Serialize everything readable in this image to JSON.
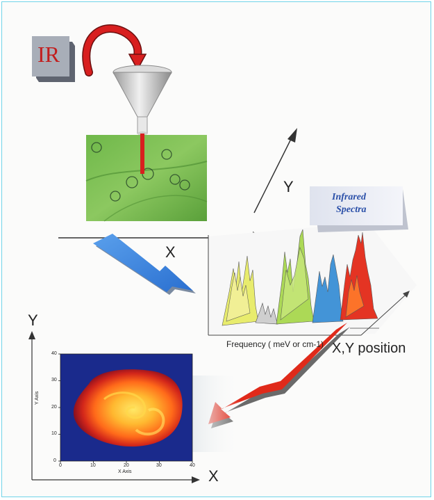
{
  "ir_box": {
    "label": "IR"
  },
  "axes_3d": {
    "y_label": "Y",
    "x_label": "X",
    "xy_position_label": "X,Y position"
  },
  "spectra": {
    "title_line1": "Infrared",
    "title_line2": "Spectra",
    "xlabel": "Frequency ( meV or cm-1)",
    "colors": [
      "#e8e85a",
      "#c9c9c9",
      "#a8d64a",
      "#3a8fd6",
      "#e02a1a"
    ]
  },
  "map": {
    "outer_y_label": "Y",
    "outer_x_label": "X",
    "xlabel": "X Axis",
    "ylabel": "Y Axis",
    "x_ticks": [
      "0",
      "10",
      "20",
      "30",
      "40"
    ],
    "y_ticks": [
      "0",
      "10",
      "20",
      "30",
      "40"
    ],
    "background_color": "#1a2a8c",
    "hot_colors": [
      "#c8201a",
      "#ff6a1a",
      "#ffe04a"
    ]
  },
  "chart_data": {
    "type": "heatmap",
    "title": "",
    "xlabel": "X Axis",
    "ylabel": "Y Axis",
    "xlim": [
      0,
      40
    ],
    "ylim": [
      0,
      40
    ]
  }
}
